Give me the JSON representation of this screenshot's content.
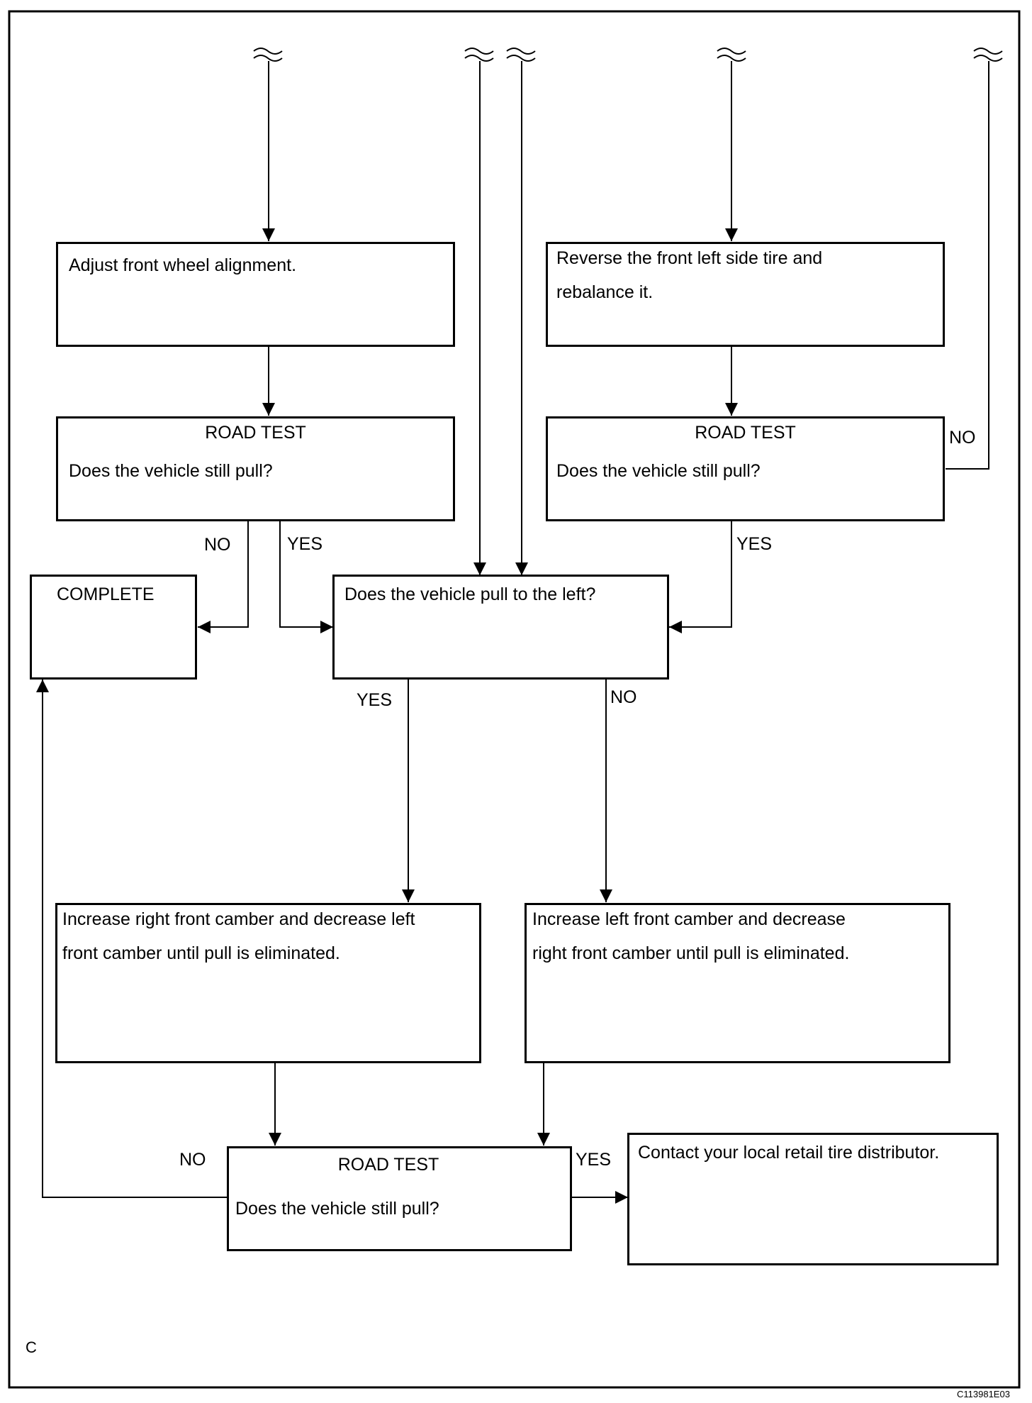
{
  "boxes": {
    "adjust": {
      "line1": "Adjust front wheel alignment."
    },
    "reverse": {
      "line1": "Reverse the front left side tire and",
      "line2": "rebalance it."
    },
    "road_test_left": {
      "title": "ROAD TEST",
      "question": "Does the vehicle still pull?"
    },
    "road_test_right": {
      "title": "ROAD TEST",
      "question": "Does the vehicle still pull?"
    },
    "complete": {
      "line1": "COMPLETE"
    },
    "pull_left": {
      "line1": "Does the vehicle pull to the left?"
    },
    "increase_right": {
      "line1": "Increase right front camber and decrease left",
      "line2": "front camber until pull is eliminated."
    },
    "increase_left": {
      "line1": "Increase left front camber and decrease",
      "line2": "right front camber until pull is eliminated."
    },
    "road_test_bottom": {
      "title": "ROAD TEST",
      "question": "Does the vehicle still pull?"
    },
    "contact": {
      "line1": "Contact your local retail tire distributor."
    }
  },
  "labels": {
    "no_complete": "NO",
    "yes_pull": "YES",
    "no_right_loop": "NO",
    "yes_right": "YES",
    "yes_pull_left": "YES",
    "no_pull_left": "NO",
    "no_bottom": "NO",
    "yes_bottom": "YES"
  },
  "page_letter": "C",
  "figure_code": "C113981E03"
}
